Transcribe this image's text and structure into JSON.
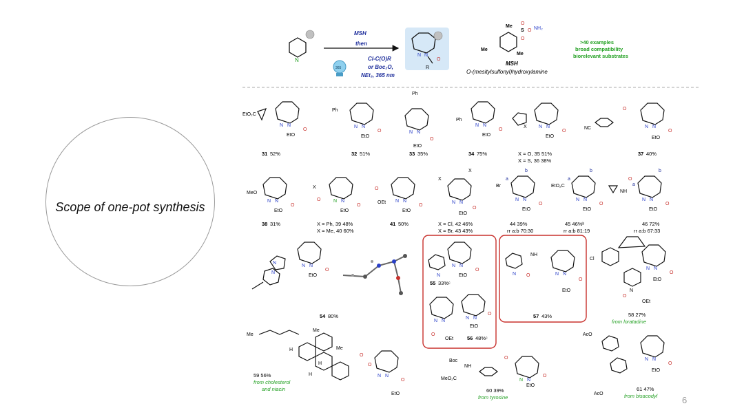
{
  "slide_title": "Scope of one-pot synthesis",
  "page_number": "6",
  "reaction": {
    "reagent_top": "MSH",
    "reagent_mid": "then",
    "conditions": [
      "Cl-C(O)R",
      "or Boc₂O,",
      "NEt₃, 365 nm"
    ],
    "lamp_label": "365",
    "msh_name": "MSH",
    "msh_full": "O-(mesitylsulfonyl)hydroxylamine",
    "msh_groups": {
      "me": "Me",
      "s": "S",
      "o": "O",
      "nh2": "NH₂"
    },
    "r_label": "R",
    "n_label": "N",
    "o_label": "O",
    "highlights": [
      ">40 examples",
      "broad compatibility",
      "biorelevant substrates"
    ]
  },
  "atoms": {
    "N": "N",
    "O": "O",
    "EtO": "EtO",
    "OEt": "OEt",
    "OAc": "AcO",
    "NH": "NH",
    "H": "H",
    "Me": "Me",
    "Ph": "Ph",
    "X": "X",
    "Cl": "Cl",
    "Br": "Br",
    "a": "a",
    "bb": "b",
    "Boc": "Boc",
    "MeO2C": "MeO₂C",
    "EtO2C": "EtO₂C",
    "MeO": "MeO",
    "NC": "NC",
    "OEt2": "OEt"
  },
  "labels": {
    "c31": {
      "num": "31",
      "yield": "52%"
    },
    "c32": {
      "num": "32",
      "yield": "51%"
    },
    "c33": {
      "num": "33",
      "yield": "35%"
    },
    "c34": {
      "num": "34",
      "yield": "75%"
    },
    "c35": {
      "line1": "X = O, 35 51%",
      "line2": "X = S, 36 38%"
    },
    "c37": {
      "num": "37",
      "yield": "40%"
    },
    "c38": {
      "num": "38",
      "yield": "31%"
    },
    "c39": {
      "line1": "X = Ph, 39 48%",
      "line2": "X = Me, 40 60%"
    },
    "c41": {
      "num": "41",
      "yield": "50%"
    },
    "c42": {
      "line1": "X = Cl, 42 46%",
      "line2": "X = Br, 43 43%"
    },
    "c44": {
      "line1": "44 39%",
      "line2": "rr a:b 70:30"
    },
    "c45": {
      "line1": "45 46%ᵇ",
      "line2": "rr a:b 81:19"
    },
    "c46": {
      "line1": "46 72%",
      "line2": "rr a:b 67:33"
    },
    "c54": {
      "num": "54",
      "yield": "80%"
    },
    "c55": {
      "num": "55",
      "yield": "33%ᶜ"
    },
    "c56": {
      "num": "56",
      "yield": "48%ᶜ"
    },
    "c57": {
      "num": "57",
      "yield": "43%"
    },
    "c58": {
      "line1": "58 27%",
      "line2": "from loratadine"
    },
    "c59": {
      "line1": "59 56%",
      "line2": "from cholesterol",
      "line3": "and niacin"
    },
    "c60": {
      "line1": "60 39%",
      "line2": "from tyrosine"
    },
    "c61": {
      "line1": "61 47%",
      "line2": "from bisacodyl"
    }
  },
  "colors": {
    "accent_blue": "#1f2f9c",
    "green": "#22a022",
    "nitrogen_blue": "#2a40c8",
    "nitrogen_green": "#22a022",
    "red_box": "#c8302c",
    "highlight_box": "#d6e8f7"
  }
}
